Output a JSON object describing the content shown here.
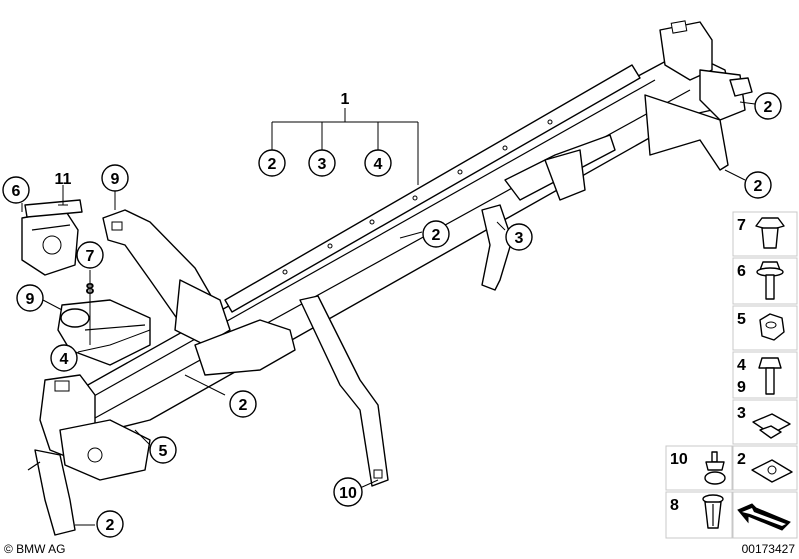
{
  "callouts": [
    {
      "label": "1"
    },
    {
      "label": "2"
    },
    {
      "label": "3"
    },
    {
      "label": "4"
    },
    {
      "label": "2"
    },
    {
      "label": "2"
    },
    {
      "label": "3"
    },
    {
      "label": "2"
    },
    {
      "label": "11"
    },
    {
      "label": "6"
    },
    {
      "label": "9"
    },
    {
      "label": "7"
    },
    {
      "label": "8"
    },
    {
      "label": "9"
    },
    {
      "label": "4"
    },
    {
      "label": "2"
    },
    {
      "label": "5"
    },
    {
      "label": "10"
    },
    {
      "label": "2"
    }
  ],
  "legend": [
    {
      "label": "7",
      "icon": "sleeve-nut-icon"
    },
    {
      "label": "6",
      "icon": "flange-bolt-icon"
    },
    {
      "label": "5",
      "icon": "hex-nut-icon"
    },
    {
      "label": "4",
      "label2": "9",
      "icon": "hex-bolt-icon"
    },
    {
      "label": "3",
      "icon": "clip-nut-icon"
    },
    {
      "label": "2",
      "icon": "spring-nut-icon"
    },
    {
      "label": "10",
      "icon": "stud-screw-icon"
    },
    {
      "label": "8",
      "icon": "expanding-rivet-icon"
    }
  ],
  "footer": {
    "brand": "© BMW AG",
    "part_number": "00173427"
  }
}
